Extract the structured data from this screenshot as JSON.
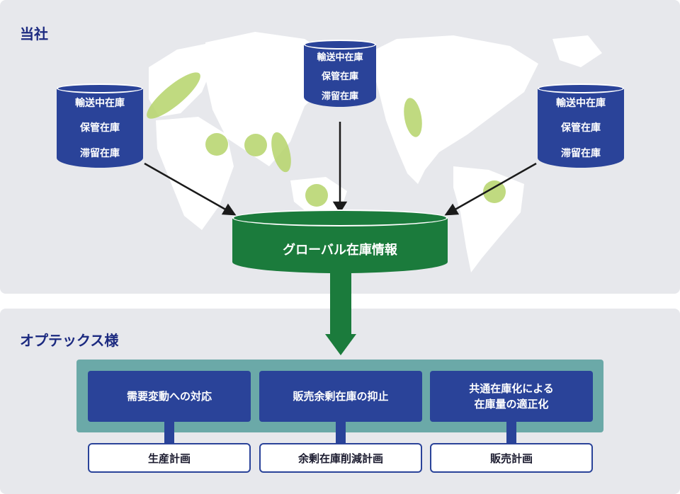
{
  "company": {
    "title": "当社"
  },
  "customer": {
    "title": "オプテックス様"
  },
  "databases": [
    {
      "segments": [
        "輸送中在庫",
        "保管在庫",
        "滞留在庫"
      ]
    },
    {
      "segments": [
        "輸送中在庫",
        "保管在庫",
        "滞留在庫"
      ]
    },
    {
      "segments": [
        "輸送中在庫",
        "保管在庫",
        "滞留在庫"
      ]
    }
  ],
  "global_db": {
    "label": "グローバル在庫情報"
  },
  "benefits": [
    {
      "label": "需要変動への対応",
      "plan": "生産計画"
    },
    {
      "label": "販売余剰在庫の抑止",
      "plan": "余剰在庫削減計画"
    },
    {
      "label": "共通在庫化による\n在庫量の適正化",
      "plan": "販売計画"
    }
  ],
  "colors": {
    "navy": "#2a4399",
    "green": "#1b7b3c",
    "teal": "#6ba9a8",
    "panel": "#e7e8ec",
    "highlight": "#b5d36a"
  }
}
